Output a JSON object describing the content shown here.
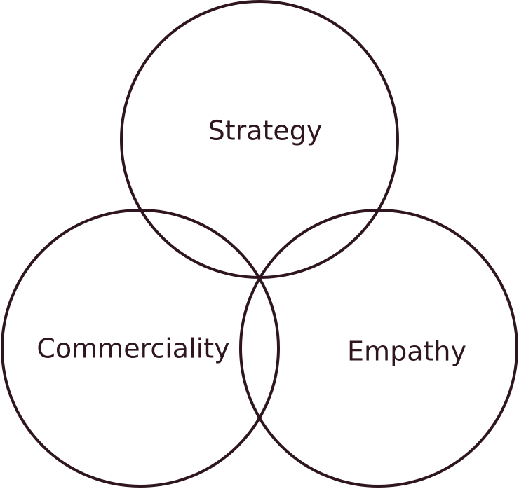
{
  "diagram": {
    "stroke_color": "#2e1520",
    "text_color": "#2e1520",
    "background": "#ffffff",
    "circles": [
      {
        "id": "strategy",
        "label": "Strategy"
      },
      {
        "id": "commerciality",
        "label": "Commerciality"
      },
      {
        "id": "empathy",
        "label": "Empathy"
      }
    ]
  }
}
